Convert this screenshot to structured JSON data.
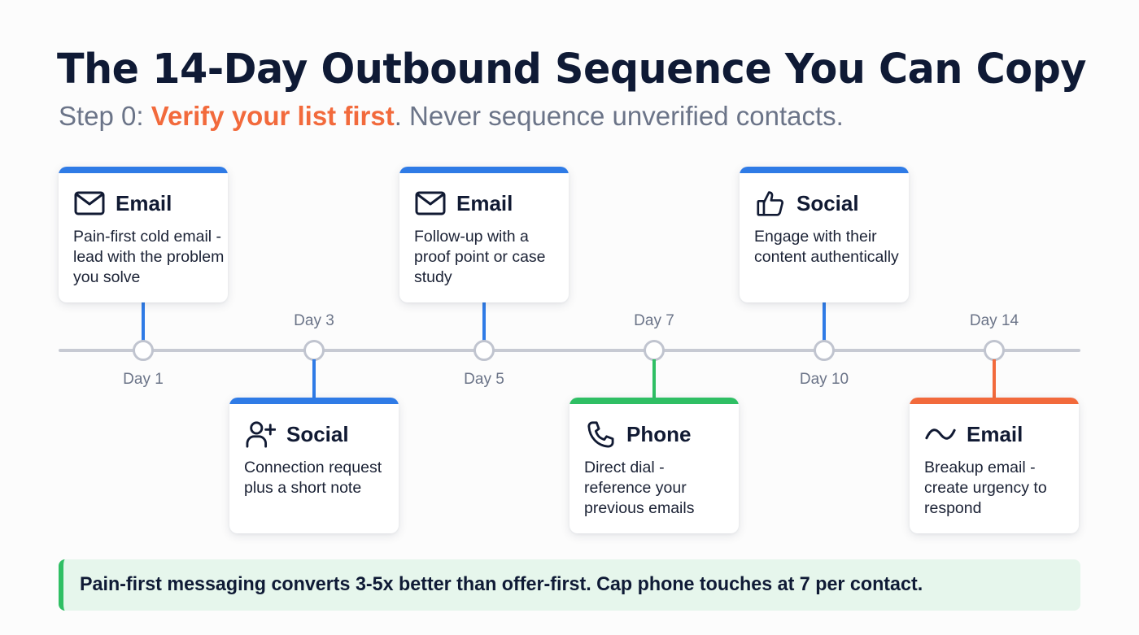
{
  "header": {
    "title": "The 14-Day Outbound Sequence You Can Copy",
    "subtitle_prefix": "Step 0: ",
    "subtitle_highlight": "Verify your list first",
    "subtitle_suffix": ". Never sequence unverified contacts."
  },
  "colors": {
    "blue": "#2f7be6",
    "green": "#2fbf64",
    "orange": "#f26a3c",
    "timeline": "#c7cad3",
    "title": "#0f1a35",
    "muted": "#6b7488"
  },
  "steps": [
    {
      "day": "Day 1",
      "channel": "Email",
      "icon": "envelope-icon",
      "accent": "#2f7be6",
      "position": "above",
      "description": "Pain-first cold email - lead with the problem you solve"
    },
    {
      "day": "Day 3",
      "channel": "Social",
      "icon": "user-plus-icon",
      "accent": "#2f7be6",
      "position": "below",
      "description": "Connection request plus a short note"
    },
    {
      "day": "Day 5",
      "channel": "Email",
      "icon": "envelope-icon",
      "accent": "#2f7be6",
      "position": "above",
      "description": "Follow-up with a proof point or case study"
    },
    {
      "day": "Day 7",
      "channel": "Phone",
      "icon": "phone-icon",
      "accent": "#2fbf64",
      "position": "below",
      "description": "Direct dial - reference your previous emails"
    },
    {
      "day": "Day 10",
      "channel": "Social",
      "icon": "thumbs-up-icon",
      "accent": "#2f7be6",
      "position": "above",
      "description": "Engage with their content authentically"
    },
    {
      "day": "Day 14",
      "channel": "Email",
      "icon": "wave-icon",
      "accent": "#f26a3c",
      "position": "below",
      "description": "Breakup email - create urgency to respond"
    }
  ],
  "callout": {
    "text": "Pain-first messaging converts 3-5x better than offer-first. Cap phone touches at 7 per contact."
  }
}
